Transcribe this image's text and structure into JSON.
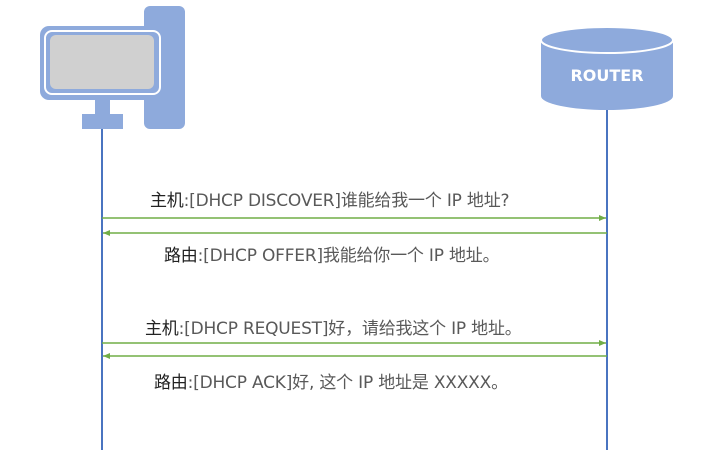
{
  "router": {
    "label": "ROUTER"
  },
  "messages": [
    {
      "sender": "主机",
      "separator": ":",
      "text": "[DHCP DISCOVER]谁能给我一个 IP 地址?"
    },
    {
      "sender": "路由",
      "separator": ":",
      "text": "[DHCP OFFER]我能给你一个 IP 地址。"
    },
    {
      "sender": "主机",
      "separator": ":",
      "text": "[DHCP REQUEST]好，请给我这个 IP 地址。"
    },
    {
      "sender": "路由",
      "separator": ":",
      "text": "[DHCP ACK]好, 这个 IP 地址是 XXXXX。"
    }
  ],
  "colors": {
    "node_fill": "#8eaadc",
    "screen_fill": "#d0d0d0",
    "lifeline": "#4a74c0",
    "arrow": "#70ad47",
    "router_text": "#ffffff"
  },
  "icons": {
    "host": "computer-icon",
    "router": "database-cylinder-icon"
  }
}
